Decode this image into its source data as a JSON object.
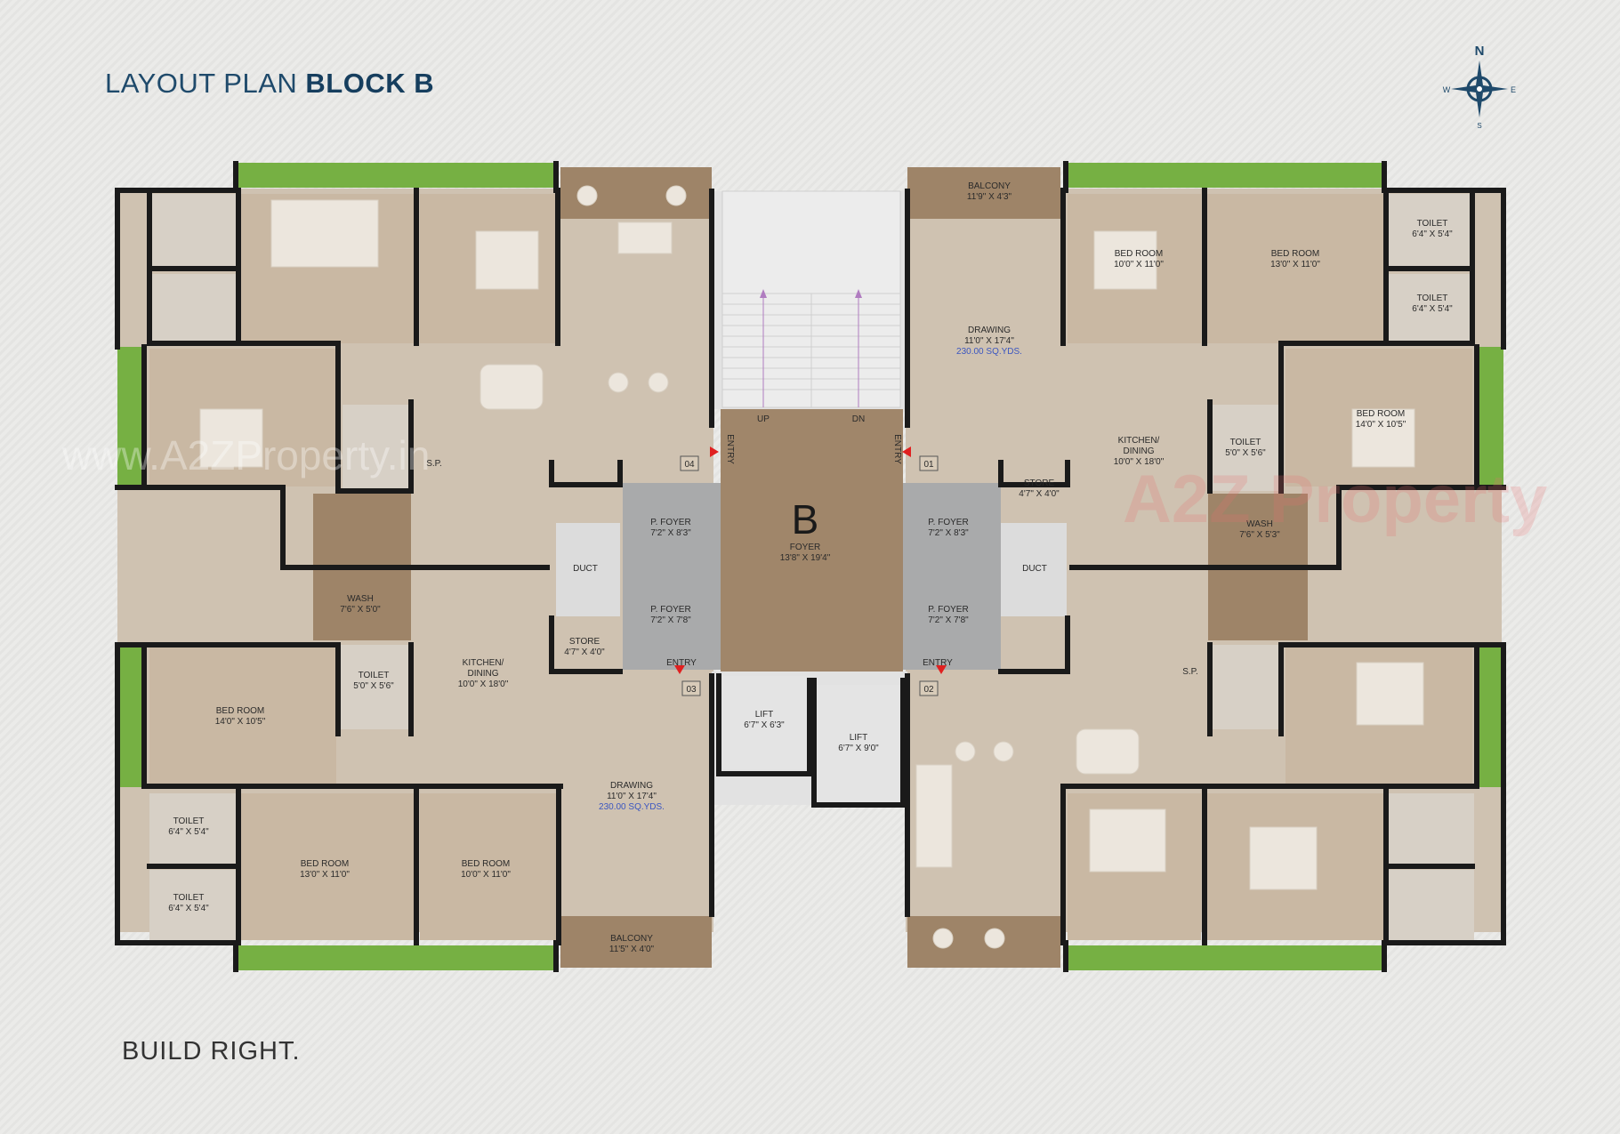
{
  "header": {
    "title_light": "LAYOUT PLAN",
    "title_bold": "BLOCK B"
  },
  "compass": {
    "n": "N",
    "e": "E",
    "s": "S",
    "w": "W"
  },
  "footer": {
    "tagline": "BUILD RIGHT."
  },
  "watermarks": {
    "left": "www.A2ZProperty.in",
    "right": "A2Z Property"
  },
  "core": {
    "block_letter": "B",
    "foyer_name": "FOYER",
    "foyer_dim": "13'8\" X 19'4\"",
    "up": "UP",
    "dn": "DN",
    "entry": "ENTRY",
    "lift_name": "LIFT",
    "lift1_dim": "6'7\" X 6'3\"",
    "lift2_dim": "6'7\" X 9'0\""
  },
  "units": [
    {
      "id": "01",
      "entry": "ENTRY"
    },
    {
      "id": "02",
      "entry": "ENTRY"
    },
    {
      "id": "03",
      "entry": "ENTRY"
    },
    {
      "id": "04",
      "entry": "ENTRY"
    }
  ],
  "rooms": {
    "balcony_tr": {
      "name": "BALCONY",
      "dim": "11'9\" X 4'3\""
    },
    "balcony_bl": {
      "name": "BALCONY",
      "dim": "11'5\" X 4'0\""
    },
    "bed_tr1": {
      "name": "BED ROOM",
      "dim": "10'0\" X 11'0\""
    },
    "bed_tr2": {
      "name": "BED ROOM",
      "dim": "13'0\" X 11'0\""
    },
    "bed_tr3": {
      "name": "BED ROOM",
      "dim": "14'0\" X 10'5\""
    },
    "toilet_tr1": {
      "name": "TOILET",
      "dim": "6'4\" X 5'4\""
    },
    "toilet_tr2": {
      "name": "TOILET",
      "dim": "6'4\" X 5'4\""
    },
    "toilet_tr3": {
      "name": "TOILET",
      "dim": "5'0\" X 5'6\""
    },
    "drawing_tr": {
      "name": "DRAWING",
      "dim": "11'0\" X 17'4\"",
      "area": "230.00 SQ.YDS."
    },
    "kitchen_tr": {
      "name": "KITCHEN/",
      "name2": "DINING",
      "dim": "10'0\" X 18'0\""
    },
    "store_tr": {
      "name": "STORE",
      "dim": "4'7\" X 4'0\""
    },
    "wash_tr": {
      "name": "WASH",
      "dim": "7'6\" X 5'3\""
    },
    "duct_r": {
      "name": "DUCT"
    },
    "pfoyer_r1": {
      "name": "P. FOYER",
      "dim": "7'2\" X 8'3\""
    },
    "pfoyer_r2": {
      "name": "P. FOYER",
      "dim": "7'2\" X 7'8\""
    },
    "pfoyer_l1": {
      "name": "P. FOYER",
      "dim": "7'2\" X 8'3\""
    },
    "pfoyer_l2": {
      "name": "P. FOYER",
      "dim": "7'2\" X 7'8\""
    },
    "duct_l": {
      "name": "DUCT"
    },
    "sp_l": {
      "name": "S.P."
    },
    "sp_r": {
      "name": "S.P."
    },
    "wash_bl": {
      "name": "WASH",
      "dim": "7'6\" X 5'0\""
    },
    "store_bl": {
      "name": "STORE",
      "dim": "4'7\" X 4'0\""
    },
    "toilet_bl1": {
      "name": "TOILET",
      "dim": "5'0\" X 5'6\""
    },
    "bed_bl1": {
      "name": "BED ROOM",
      "dim": "14'0\" X 10'5\""
    },
    "kitchen_bl": {
      "name": "KITCHEN/",
      "name2": "DINING",
      "dim": "10'0\" X 18'0\""
    },
    "drawing_bl": {
      "name": "DRAWING",
      "dim": "11'0\" X 17'4\"",
      "area": "230.00 SQ.YDS."
    },
    "toilet_bl2": {
      "name": "TOILET",
      "dim": "6'4\" X 5'4\""
    },
    "toilet_bl3": {
      "name": "TOILET",
      "dim": "6'4\" X 5'4\""
    },
    "bed_bl2": {
      "name": "BED ROOM",
      "dim": "13'0\" X 11'0\""
    },
    "bed_bl3": {
      "name": "BED ROOM",
      "dim": "10'0\" X 11'0\""
    }
  },
  "colors": {
    "floor": "#cfc2b1",
    "room_floor": "#c9b8a3",
    "wall": "#1a1a1a",
    "green": "#76b043",
    "brown": "#9e8468",
    "foyer": "#a0866a",
    "grey": "#a9aaab"
  }
}
